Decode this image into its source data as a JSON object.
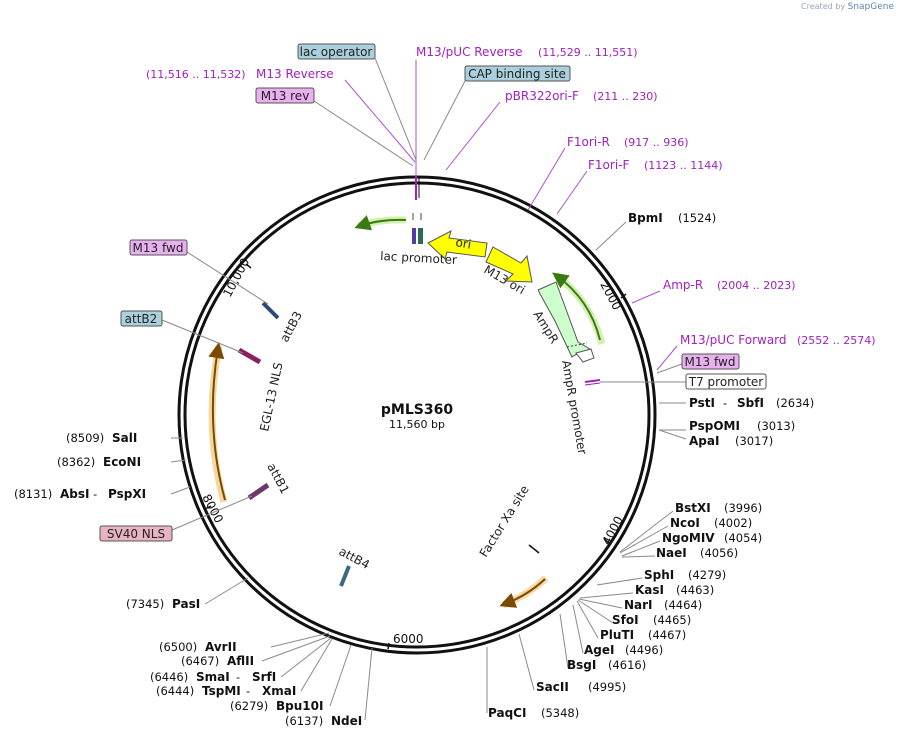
{
  "credit": {
    "prefix": "Created by",
    "brand": "SnapGene"
  },
  "plasmid": {
    "name": "pMLS360",
    "size": "11,560 bp"
  },
  "ticks": [
    "2000",
    "4000",
    "6000",
    "8000",
    "10,000"
  ],
  "features": {
    "ori": "ori",
    "ampr": "AmpR",
    "lac_promoter": "lac promoter",
    "m13_ori": "M13 ori",
    "ampr_arc": "AmpR",
    "ampr_promoter": "AmpR promoter",
    "attb3": "attB3",
    "egl13_nls": "EGL-13 NLS",
    "attb1": "attB1",
    "factor_xa": "Factor Xa site",
    "attb4": "attB4"
  },
  "boxed_labels": {
    "lac_operator": "lac operator",
    "cap_binding": "CAP binding site",
    "m13_rev": "M13 rev",
    "m13_fwd_left": "M13 fwd",
    "attb2": "attB2",
    "sv40_nls": "SV40 NLS",
    "m13_fwd_right": "M13 fwd",
    "t7_promoter": "T7 promoter"
  },
  "primers": [
    {
      "name": "M13/pUC Reverse",
      "pos": "(11,529 .. 11,551)"
    },
    {
      "name": "M13 Reverse",
      "pos": "(11,516 .. 11,532)"
    },
    {
      "name": "pBR322ori-F",
      "pos": "(211 .. 230)"
    },
    {
      "name": "F1ori-R",
      "pos": "(917 .. 936)"
    },
    {
      "name": "F1ori-F",
      "pos": "(1123 .. 1144)"
    },
    {
      "name": "Amp-R",
      "pos": "(2004 .. 2023)"
    },
    {
      "name": "M13/pUC Forward",
      "pos": "(2552 .. 2574)"
    }
  ],
  "enzymes_right": [
    {
      "name": "BpmI",
      "pos": "(1524)"
    },
    {
      "name": "PstI",
      "sep": " - ",
      "name2": "SbfI",
      "pos": "(2634)"
    },
    {
      "name": "PspOMI",
      "pos": "(3013)"
    },
    {
      "name": "ApaI",
      "pos": "(3017)"
    },
    {
      "name": "BstXI",
      "pos": "(3996)"
    },
    {
      "name": "NcoI",
      "pos": "(4002)"
    },
    {
      "name": "NgoMIV",
      "pos": "(4054)"
    },
    {
      "name": "NaeI",
      "pos": "(4056)"
    },
    {
      "name": "SphI",
      "pos": "(4279)"
    },
    {
      "name": "KasI",
      "pos": "(4463)"
    },
    {
      "name": "NarI",
      "pos": "(4464)"
    },
    {
      "name": "SfoI",
      "pos": "(4465)"
    },
    {
      "name": "PluTI",
      "pos": "(4467)"
    },
    {
      "name": "AgeI",
      "pos": "(4496)"
    },
    {
      "name": "BsgI",
      "pos": "(4616)"
    },
    {
      "name": "SacII",
      "pos": "(4995)"
    },
    {
      "name": "PaqCI",
      "pos": "(5348)"
    }
  ],
  "enzymes_left": [
    {
      "name": "SalI",
      "pos": "(8509)"
    },
    {
      "name": "EcoNI",
      "pos": "(8362)"
    },
    {
      "name": "AbsI",
      "sep": " - ",
      "name2": "PspXI",
      "pos": "(8131)"
    },
    {
      "name": "PasI",
      "pos": "(7345)"
    },
    {
      "name": "AvrII",
      "pos": "(6500)"
    },
    {
      "name": "AflII",
      "pos": "(6467)"
    },
    {
      "name": "SmaI",
      "sep": " - ",
      "name2": "SrfI",
      "pos": "(6446)"
    },
    {
      "name": "TspMI",
      "sep": " - ",
      "name2": "XmaI",
      "pos": "(6444)"
    },
    {
      "name": "Bpu10I",
      "pos": "(6279)"
    },
    {
      "name": "NdeI",
      "pos": "(6137)"
    }
  ]
}
